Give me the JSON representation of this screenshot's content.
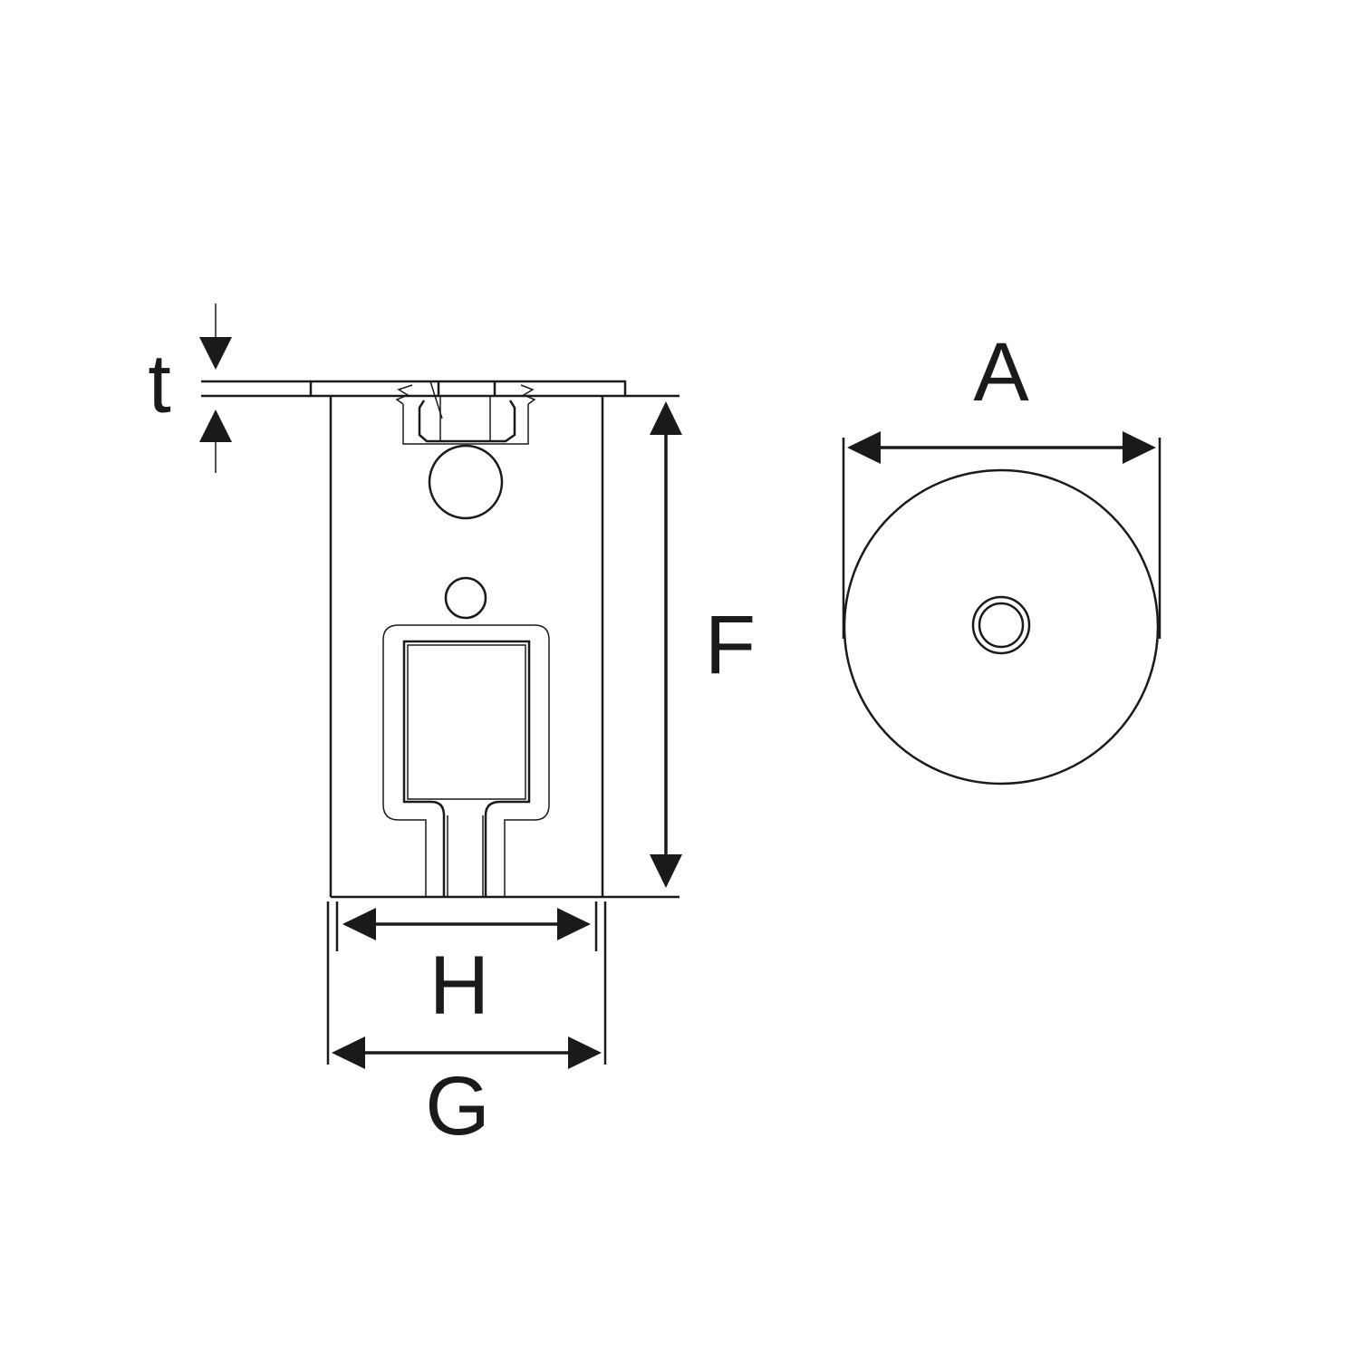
{
  "labels": {
    "t": "t",
    "F": "F",
    "H": "H",
    "G": "G",
    "A": "A"
  },
  "colors": {
    "line": "#1a1a1a",
    "background": "#ffffff"
  }
}
